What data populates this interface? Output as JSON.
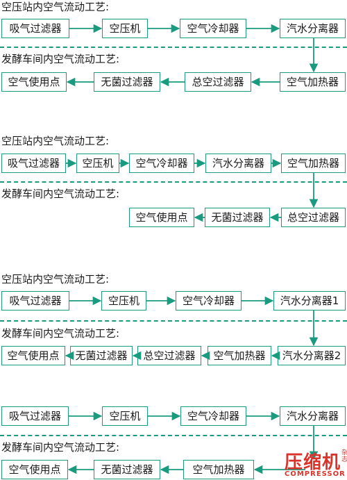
{
  "diagram1": {
    "title_station": "空压站内空气流动工艺:",
    "title_workshop": "发酵车间内空气流动工艺:",
    "row1": [
      "吸气过滤器",
      "空压机",
      "空气冷却器",
      "汽水分离器"
    ],
    "row2": [
      "空气使用点",
      "无菌过滤器",
      "总空过滤器",
      "空气加热器"
    ]
  },
  "diagram2": {
    "title_station": "空压站内空气流动工艺:",
    "title_workshop": "发酵车间内空气流动工艺:",
    "row1": [
      "吸气过滤器",
      "空压机",
      "空气冷却器",
      "汽水分离器",
      "空气加热器"
    ],
    "row2": [
      "空气使用点",
      "无菌过滤器",
      "总空过滤器"
    ]
  },
  "diagram3": {
    "title_station": "空压站内空气流动工艺:",
    "title_workshop": "发酵车间内空气流动工艺:",
    "row1": [
      "吸气过滤器",
      "空压机",
      "空气冷却器",
      "汽水分离器1"
    ],
    "row2": [
      "空气使用点",
      "无菌过滤器",
      "总空过滤器",
      "空气加热器",
      "汽水分离器2"
    ]
  },
  "diagram4": {
    "title_workshop": "发酵车间内空气流动工艺:",
    "row1": [
      "吸气过滤器",
      "空压机",
      "空气冷却器",
      "汽水分离器"
    ],
    "row2": [
      "空气使用点",
      "无菌过滤器",
      "空气加热器"
    ]
  },
  "logo": {
    "main": "压缩机",
    "side": "杂志",
    "sub": "COMPRESSOR"
  },
  "colors": {
    "accent": "#1a9a7e",
    "logo": "#d9342b"
  }
}
